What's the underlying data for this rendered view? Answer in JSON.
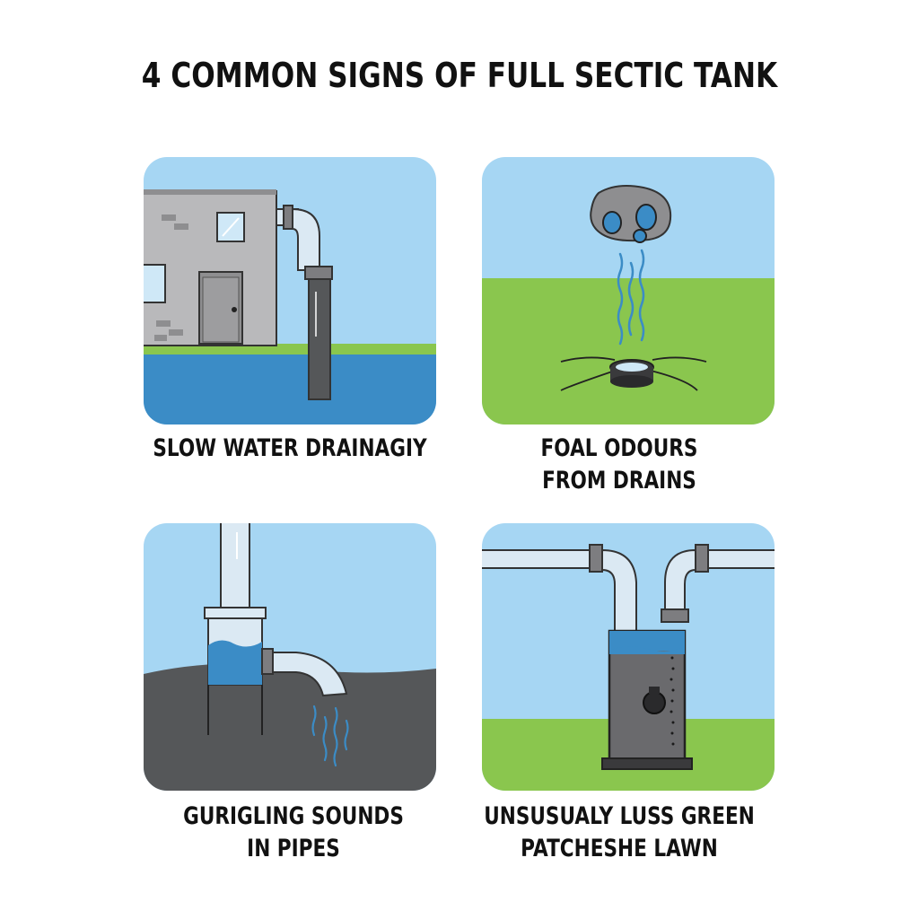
{
  "title": "4 COMMON SIGNS OF FULL SECTIC TANK",
  "panels": [
    {
      "caption_lines": [
        "SLOW WATER DRAINAGIY"
      ]
    },
    {
      "caption_lines": [
        "FOAL ODOURS",
        "FROM DRAINS"
      ]
    },
    {
      "caption_lines": [
        "GURIGLING SOUNDS",
        "IN PIPES"
      ]
    },
    {
      "caption_lines": [
        "UNSUSUALY LUSS GREEN",
        "PATCHESHE LAWN"
      ]
    }
  ],
  "colors": {
    "sky": "#a6d6f3",
    "grass": "#8ac64e",
    "water": "#3b8cc6",
    "soil": "#555759",
    "wall": "#b9b9bb",
    "pipe": "#dbe9f3",
    "outline": "#222222"
  }
}
